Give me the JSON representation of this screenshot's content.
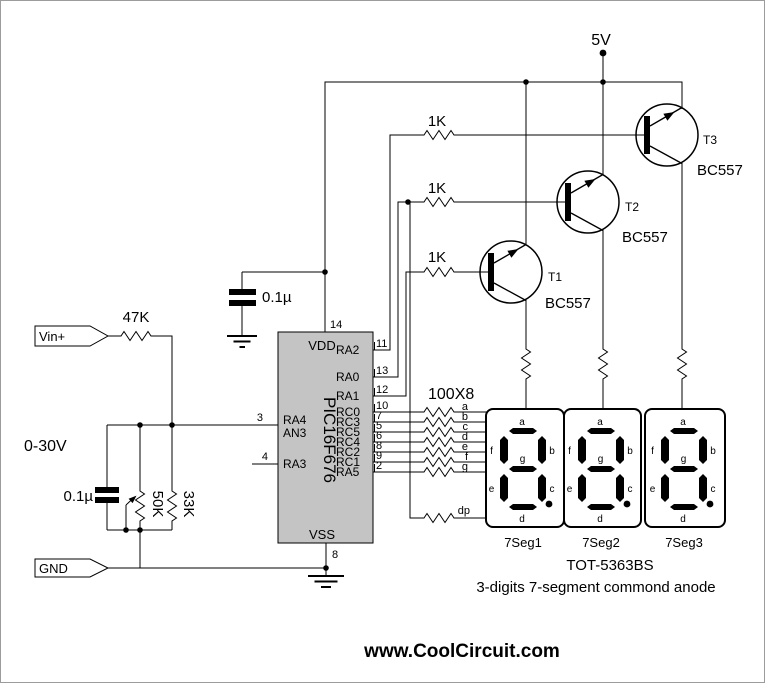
{
  "colors": {
    "chip_fill": "#c4c4c4",
    "ink": "#000000",
    "background": "#ffffff",
    "frame": "#9c9c9c"
  },
  "power": {
    "label": "5V"
  },
  "input": {
    "vin_label": "Vin+",
    "gnd_label": "GND",
    "range": "0-30V",
    "series_resistor": "47K",
    "filter_cap": "0.1µ",
    "pot": "50K",
    "divider_resistor": "33K"
  },
  "mcu": {
    "name": "PIC16F676",
    "decoupling_cap": "0.1µ",
    "top_pin": {
      "label": "VDD",
      "number": "14"
    },
    "bottom_pin": {
      "label": "VSS",
      "number": "8"
    },
    "left_pins": [
      {
        "label": "RA4",
        "sublabel": "AN3",
        "number": "3"
      },
      {
        "label": "RA3",
        "number": "4"
      }
    ],
    "right_pins": [
      {
        "label": "RA2",
        "number": "11"
      },
      {
        "label": "RA0",
        "number": "13"
      },
      {
        "label": "RA1",
        "number": "12"
      },
      {
        "label": "RC0",
        "number": "10"
      },
      {
        "label": "RC3",
        "number": "7"
      },
      {
        "label": "RC5",
        "number": "5"
      },
      {
        "label": "RC4",
        "number": "6"
      },
      {
        "label": "RC2",
        "number": "8"
      },
      {
        "label": "RC1",
        "number": "9"
      },
      {
        "label": "RA5",
        "number": "2"
      }
    ]
  },
  "drivers": {
    "base_resistors": [
      "1K",
      "1K",
      "1K"
    ],
    "transistors": [
      {
        "ref": "T1",
        "part": "BC557"
      },
      {
        "ref": "T2",
        "part": "BC557"
      },
      {
        "ref": "T3",
        "part": "BC557"
      }
    ]
  },
  "segment_network": {
    "label": "100X8",
    "outputs": [
      "a",
      "b",
      "c",
      "d",
      "e",
      "f",
      "g"
    ],
    "dp": "dp"
  },
  "display": {
    "digits": [
      "7Seg1",
      "7Seg2",
      "7Seg3"
    ],
    "part": "TOT-5363BS",
    "caption": "3-digits 7-segment commond anode",
    "segment_letters": {
      "a": "a",
      "b": "b",
      "c": "c",
      "d": "d",
      "e": "e",
      "f": "f",
      "g": "g"
    }
  },
  "footer": {
    "website": "www.CoolCircuit.com"
  }
}
